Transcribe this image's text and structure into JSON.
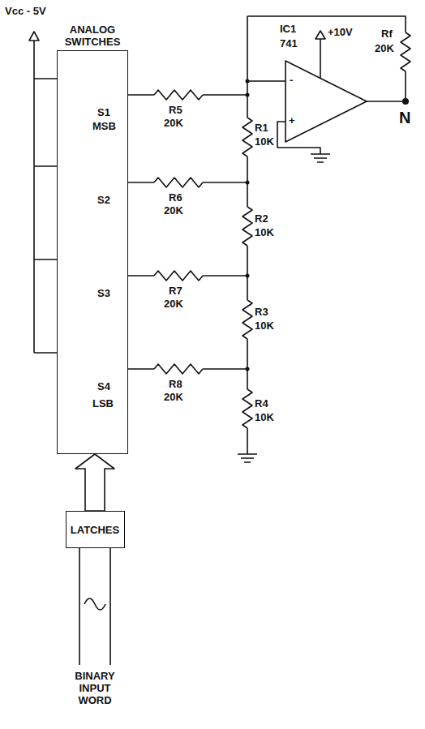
{
  "diagram": {
    "nodes": [
      {
        "text": [
          "ANALOG SWITCHES"
        ]
      },
      {
        "text": [
          "LATCHES"
        ]
      }
    ],
    "edges": [
      {
        "from": 1,
        "to": 0,
        "arrow": "to"
      }
    ],
    "labels": [
      "Vcc - 5V",
      "IC1",
      "741",
      "+10V",
      "Rf",
      "20K",
      "-",
      "+",
      "N",
      "S1",
      "MSB",
      "R5",
      "20K",
      "R1",
      "10K",
      "S2",
      "R6",
      "20K",
      "R2",
      "10K",
      "S3",
      "R7",
      "20K",
      "R3",
      "10K",
      "S4",
      "LSB",
      "R8",
      "20K",
      "R4",
      "10K",
      "BINARY INPUT WORD"
    ]
  }
}
